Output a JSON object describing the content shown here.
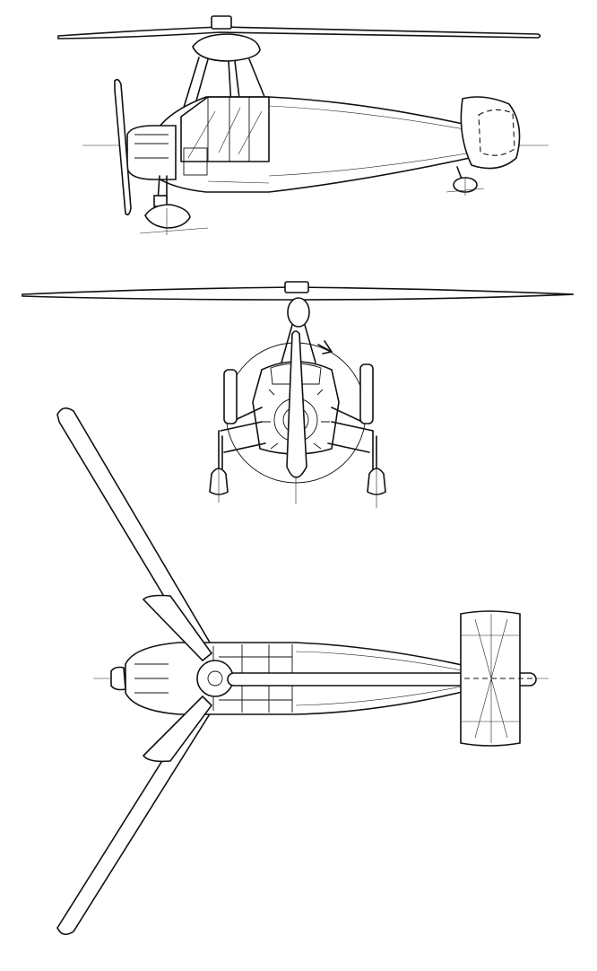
{
  "drawing": {
    "views": [
      "side-view",
      "front-view",
      "top-view"
    ],
    "line_color": "#111111",
    "background": "#ffffff"
  }
}
